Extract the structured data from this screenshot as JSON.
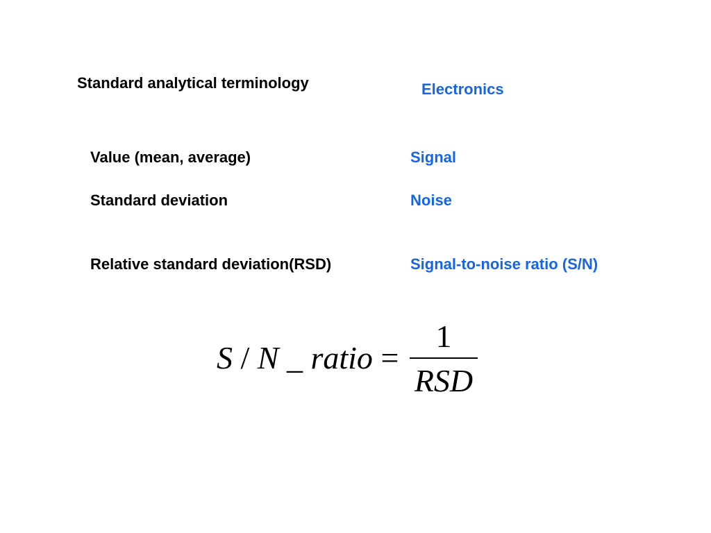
{
  "headings": {
    "left": "Standard analytical terminology",
    "right": "Electronics"
  },
  "rows": [
    {
      "left": "Value (mean, average)",
      "right": "Signal"
    },
    {
      "left": "Standard deviation",
      "right": "Noise"
    },
    {
      "left": "Relative standard deviation(RSD)",
      "right": "Signal-to-noise ratio (S/N)"
    }
  ],
  "formula": {
    "lhs_s": "S",
    "lhs_slash": " / ",
    "lhs_n": "N",
    "lhs_underscore": " _ ",
    "lhs_ratio": "ratio",
    "equals": " = ",
    "numerator": "1",
    "denominator": "RSD"
  },
  "colors": {
    "text": "#000000",
    "accent": "#1565e6",
    "background": "#ffffff"
  }
}
